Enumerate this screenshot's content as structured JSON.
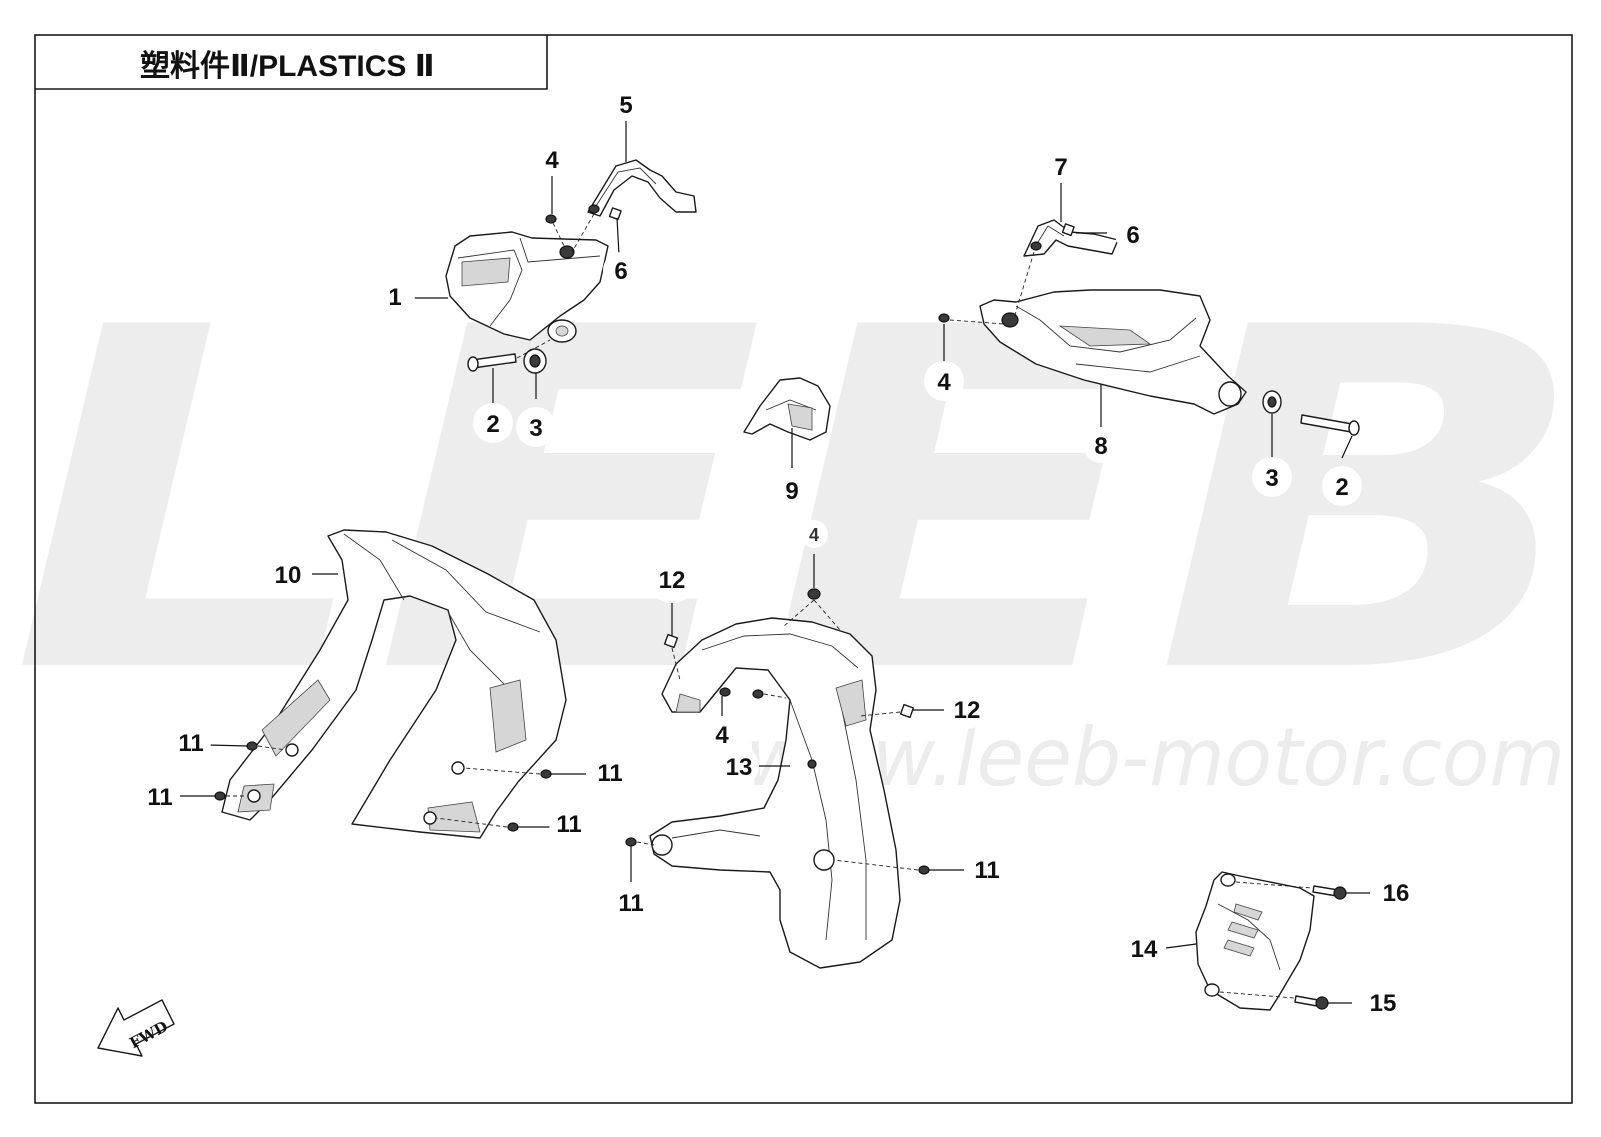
{
  "title": "塑料件Ⅱ/PLASTICS Ⅱ",
  "watermark": {
    "brand": "LEEB",
    "url": "www.leeb-motor.com"
  },
  "direction_arrow": "FWD",
  "callouts": [
    {
      "id": "c-1",
      "label": "1"
    },
    {
      "id": "c-2a",
      "label": "2"
    },
    {
      "id": "c-3a",
      "label": "3"
    },
    {
      "id": "c-4a",
      "label": "4"
    },
    {
      "id": "c-5",
      "label": "5"
    },
    {
      "id": "c-6a",
      "label": "6"
    },
    {
      "id": "c-7",
      "label": "7"
    },
    {
      "id": "c-6b",
      "label": "6"
    },
    {
      "id": "c-4b",
      "label": "4"
    },
    {
      "id": "c-8",
      "label": "8"
    },
    {
      "id": "c-3b",
      "label": "3"
    },
    {
      "id": "c-2b",
      "label": "2"
    },
    {
      "id": "c-9",
      "label": "9"
    },
    {
      "id": "c-10",
      "label": "10"
    },
    {
      "id": "c-11a",
      "label": "11"
    },
    {
      "id": "c-11b",
      "label": "11"
    },
    {
      "id": "c-11c",
      "label": "11"
    },
    {
      "id": "c-11d",
      "label": "11"
    },
    {
      "id": "c-12a",
      "label": "12"
    },
    {
      "id": "c-4c",
      "label": "4"
    },
    {
      "id": "c-4d",
      "label": "4"
    },
    {
      "id": "c-12b",
      "label": "12"
    },
    {
      "id": "c-13",
      "label": "13"
    },
    {
      "id": "c-11e",
      "label": "11"
    },
    {
      "id": "c-11f",
      "label": "11"
    },
    {
      "id": "c-14",
      "label": "14"
    },
    {
      "id": "c-16",
      "label": "16"
    },
    {
      "id": "c-15",
      "label": "15"
    }
  ]
}
